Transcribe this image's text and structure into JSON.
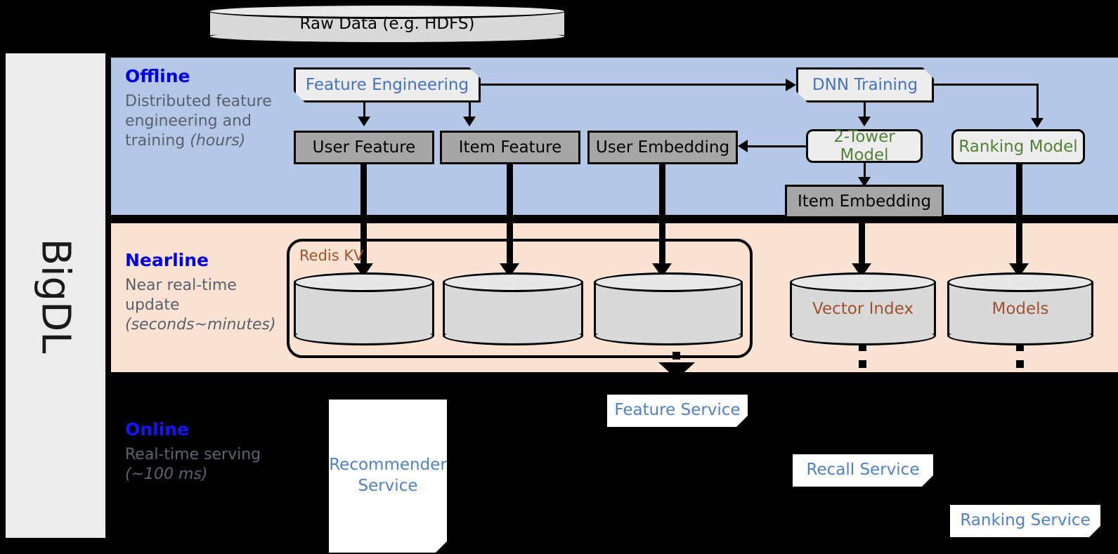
{
  "framework": {
    "name": "BigDL"
  },
  "bands": [
    {
      "id": "offline",
      "title": "Offline",
      "desc_main": "Distributed feature engineering and training ",
      "desc_em": "(hours)"
    },
    {
      "id": "nearline",
      "title": "Nearline",
      "desc_main": "Near real-time update ",
      "desc_em": "(seconds~minutes)"
    },
    {
      "id": "online",
      "title": "Online",
      "desc_main": "Real-time serving ",
      "desc_em": "(~100 ms)"
    }
  ],
  "source": {
    "raw_data": "Raw Data (e.g. HDFS)"
  },
  "offline": {
    "feature_engineering": "Feature Engineering",
    "dnn_training": "DNN Training",
    "user_feature": "User Feature",
    "item_feature": "Item Feature",
    "user_embedding": "User Embedding",
    "item_embedding": "Item Embedding",
    "two_tower_model": "2-Tower Model",
    "ranking_model": "Ranking Model"
  },
  "nearline": {
    "redis_kv": "Redis KV",
    "store_1": "",
    "store_2": "",
    "store_3": "",
    "vector_index": "Vector Index",
    "models": "Models"
  },
  "online": {
    "recommender_service": "Recommender Service",
    "feature_service": "Feature Service",
    "recall_service": "Recall Service",
    "ranking_service": "Ranking Service"
  },
  "colors": {
    "offline_band": "#b4c7e7",
    "nearline_band": "#fbe3d3",
    "online_band": "#000000",
    "band_title": "#0000e6",
    "band_desc": "#595f6b",
    "process_text": "#4472c4",
    "model_text": "#548235",
    "storage_text": "#a0522d",
    "data_box": "#a6a6a6",
    "service_text": "#4f81c7",
    "sidebar": "#ececec"
  }
}
